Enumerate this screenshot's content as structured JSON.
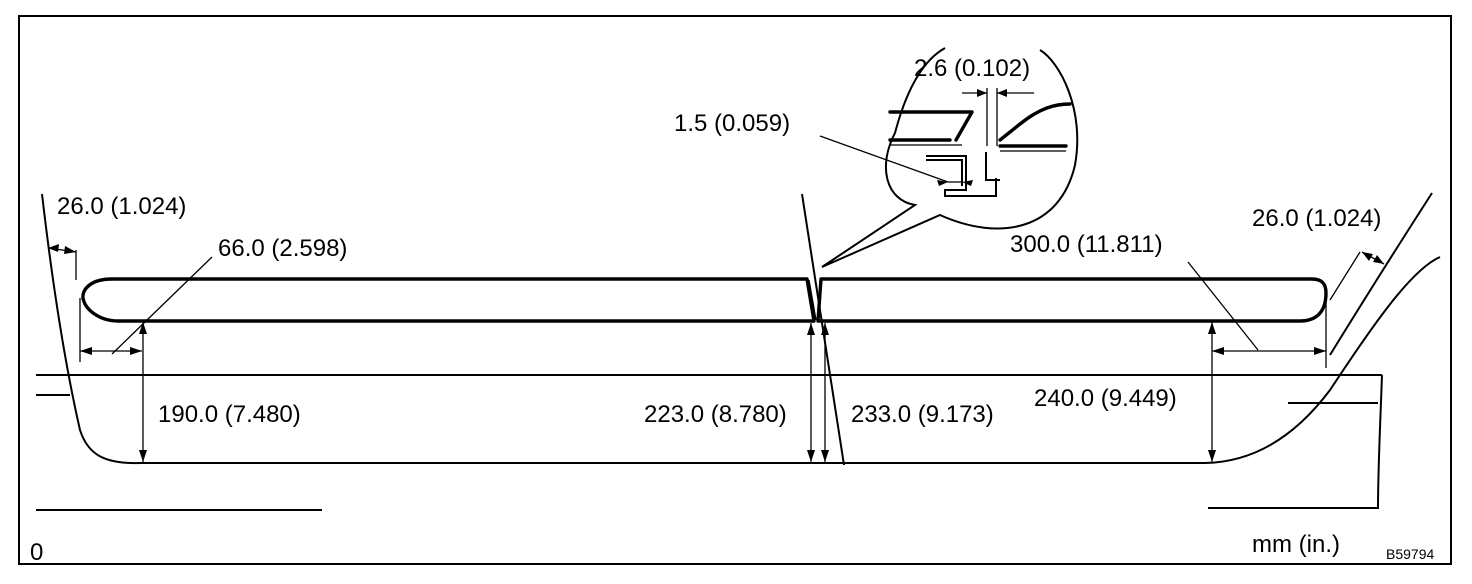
{
  "labels": {
    "left_end_offset": "26.0 (1.024)",
    "left_corner": "66.0 (2.598)",
    "left_height": "190.0 (7.480)",
    "joint_height_left": "223.0 (8.780)",
    "joint_height_right": "233.0 (9.173)",
    "right_height": "240.0 (9.449)",
    "right_corner": "300.0 (11.811)",
    "right_end_offset": "26.0 (1.024)",
    "detail_gap": "2.6 (0.102)",
    "detail_clip": "1.5 (0.059)",
    "units": "mm (in.)",
    "corner_mark": "0",
    "figure_code": "B59794"
  }
}
